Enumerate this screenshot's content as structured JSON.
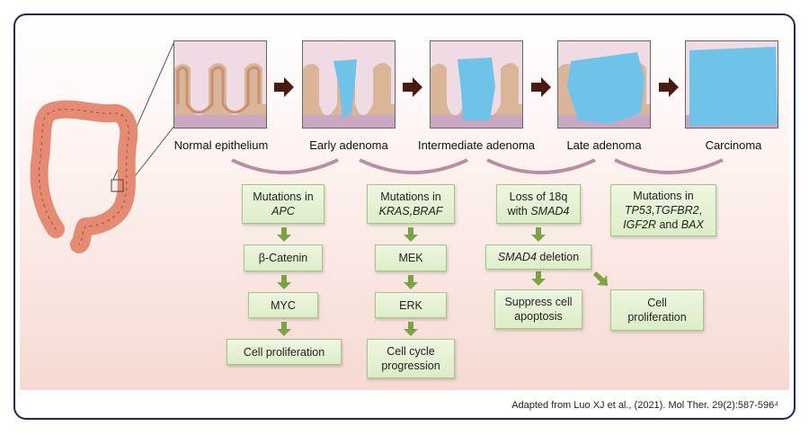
{
  "stages": [
    {
      "label": "Normal epithelium"
    },
    {
      "label": "Early adenoma"
    },
    {
      "label": "Intermediate adenoma"
    },
    {
      "label": "Late adenoma"
    },
    {
      "label": "Carcinoma"
    }
  ],
  "pathways": {
    "apc": {
      "box1_line1": "Mutations in",
      "box1_line2": "APC",
      "box2": "β-Catenin",
      "box3": "MYC",
      "box4": "Cell proliferation"
    },
    "kras": {
      "box1_line1": "Mutations in",
      "box1_line2": "KRAS,BRAF",
      "box2": "MEK",
      "box3": "ERK",
      "box4_line1": "Cell cycle",
      "box4_line2": "progression"
    },
    "smad4": {
      "box1_line1": "Loss of 18q",
      "box1_line2_plain": "with ",
      "box1_line2_italic": "SMAD4",
      "box2_italic": "SMAD4",
      "box2_plain": " deletion",
      "box3_line1": "Suppress cell",
      "box3_line2": "apoptosis",
      "box4_line1": "Cell",
      "box4_line2": "proliferation"
    },
    "tp53": {
      "box1_line1": "Mutations in",
      "box1_line2_italic_a": "TP53",
      "box1_line2_plain": ",",
      "box1_line2_italic_b": "TGFBR2",
      "box1_line2_end": ",",
      "box1_line3_italic_a": "IGF2R",
      "box1_line3_plain": " and ",
      "box1_line3_italic_b": "BAX"
    }
  },
  "caption": "Adapted from Luo XJ et al., (2021). Mol Ther. 29(2):587-596⁴",
  "colors": {
    "frame": "#1f2a5a",
    "box_border": "#a7c58a",
    "box_fill": "#dcedc6",
    "green_arrow": "#7aa344",
    "stage_arrow": "#4a1a10",
    "tumor": "#6fc3e8",
    "colon": "#e58a73",
    "bracket": "#b78ea4"
  }
}
